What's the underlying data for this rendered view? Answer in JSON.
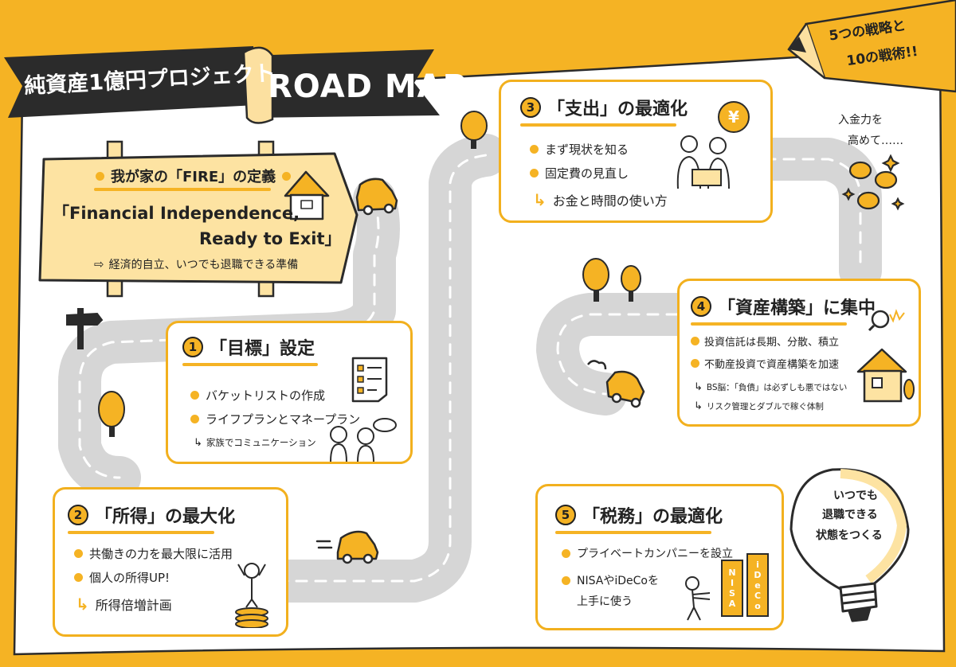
{
  "banner": {
    "title": "純資産1億円プロジェクト",
    "subtitle": "ROAD MAP"
  },
  "corner_note": {
    "line1": "5つの戦略と",
    "line2": "10の戦術!!"
  },
  "fire_sign": {
    "heading": "我が家の「FIRE」の定義",
    "quote_line1": "「Financial Independence,",
    "quote_line2": "Ready to Exit」",
    "note": "経済的自立、いつでも退職できる準備"
  },
  "section1": {
    "number": "1",
    "title": "「目標」設定",
    "items": [
      "バケットリストの作成",
      "ライフプランとマネープラン"
    ],
    "sub": "家族でコミュニケーション"
  },
  "section2": {
    "number": "2",
    "title": "「所得」の最大化",
    "items": [
      "共働きの力を最大限に活用",
      "個人の所得UP!"
    ],
    "sub": "所得倍増計画"
  },
  "section3": {
    "number": "3",
    "title": "「支出」の最適化",
    "items": [
      "まず現状を知る",
      "固定費の見直し"
    ],
    "sub": "お金と時間の使い方",
    "yen": "¥"
  },
  "section4": {
    "number": "4",
    "title": "「資産構築」に集中",
    "items": [
      "投資信託は長期、分散、積立",
      "不動産投資で資産構築を加速"
    ],
    "subs": [
      "BS脳：「負債」は必ずしも悪ではない",
      "リスク管理とダブルで稼ぐ体制"
    ]
  },
  "section5": {
    "number": "5",
    "title": "「税務」の最適化",
    "items": [
      "プライベートカンパニーを設立",
      "NISAやiDeCoを"
    ],
    "item2_cont": "上手に使う",
    "blocks": [
      "NISA",
      "iDeCo"
    ]
  },
  "income_note": {
    "line1": "入金力を",
    "line2": "高めて……"
  },
  "bulb": {
    "line1": "いつでも",
    "line2": "退職できる",
    "line3": "状態をつくる"
  },
  "colors": {
    "accent": "#f5b324",
    "sign": "#fde3a2",
    "ink": "#2b2b2b",
    "road": "#d6d6d6"
  }
}
